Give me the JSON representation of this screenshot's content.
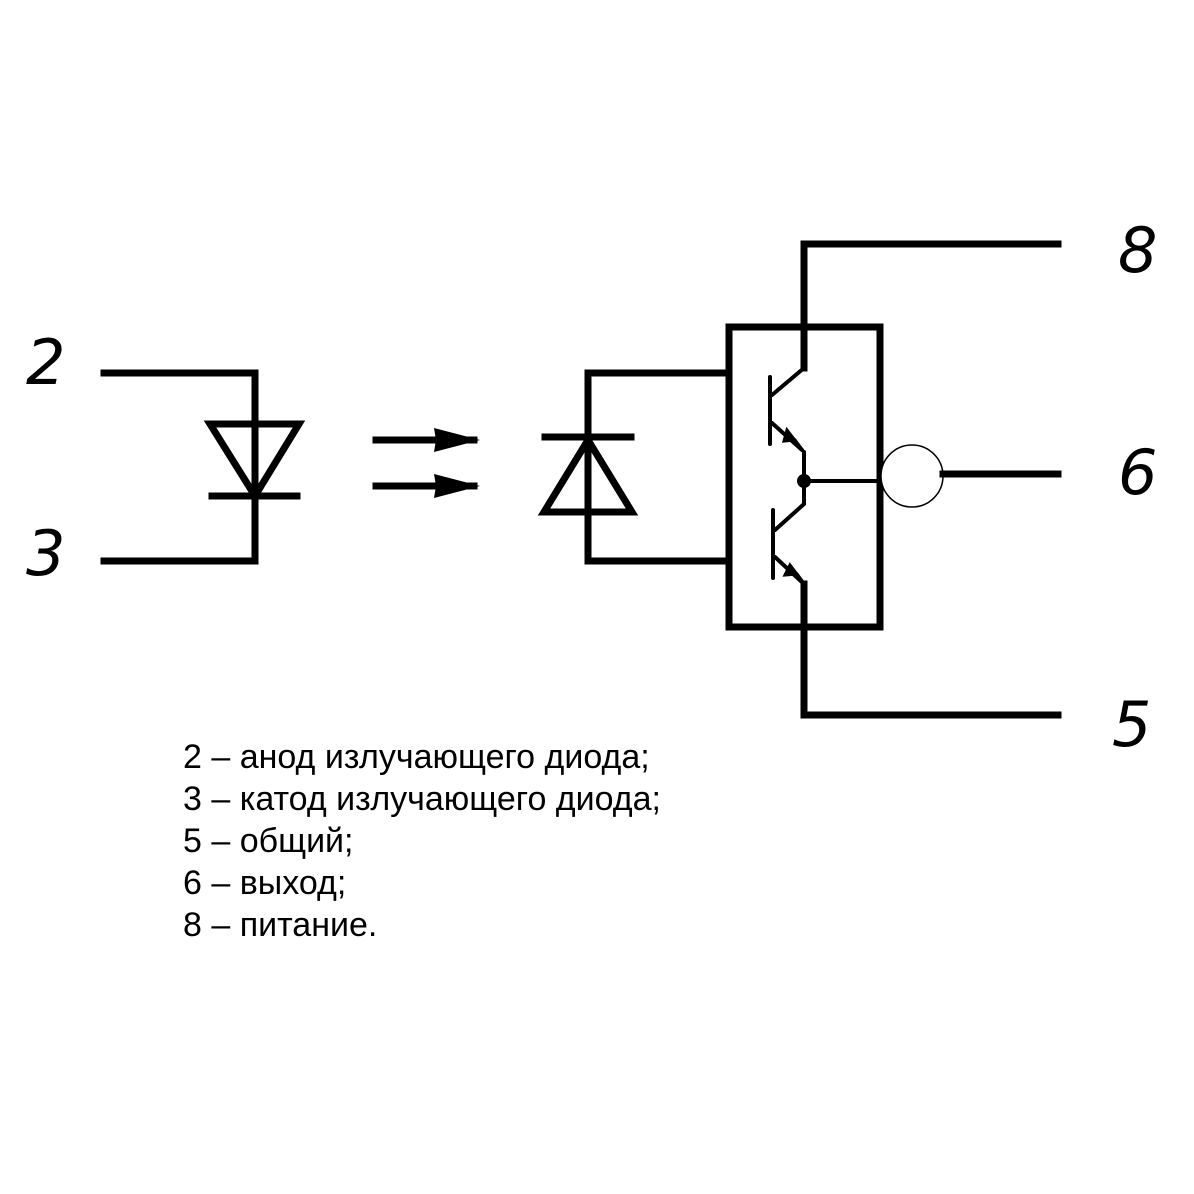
{
  "pins": {
    "p2": "2",
    "p3": "3",
    "p5": "5",
    "p6": "6",
    "p8": "8"
  },
  "legend": [
    "2 – анод излучающего диода;",
    "3 – катод излучающего диода;",
    "5 – общий;",
    "6 – выход;",
    "8 – питание."
  ],
  "colors": {
    "line": "#000000",
    "background": "#ffffff"
  }
}
